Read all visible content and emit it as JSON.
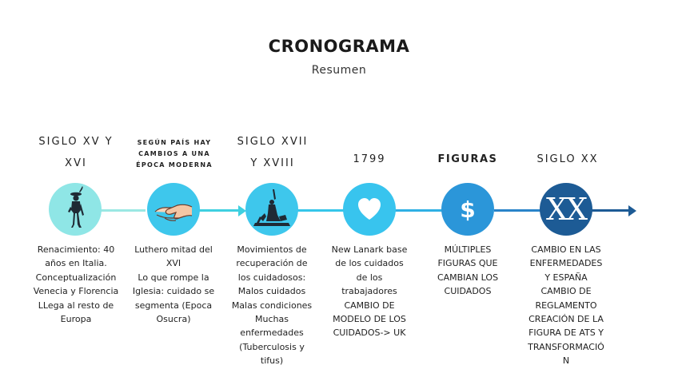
{
  "title": "CRONOGRAMA",
  "subtitle": "Resumen",
  "colors": {
    "c1": "#8fe6e6",
    "c2": "#3ec7ec",
    "c3": "#3ec7ec",
    "c4": "#38c4ee",
    "c5": "#2b96d9",
    "c6": "#1d5b95",
    "line1": "#9be8e3",
    "line2": "#3fd0e0",
    "line3": "#2fb0e4",
    "line4": "#1d5b95"
  },
  "events": [
    {
      "heading_lines": [
        "SIGLO XV Y",
        "XVI"
      ],
      "icon": "renaissance-figure-icon",
      "desc_lines": [
        "Renacimiento: 40",
        "años en Italia.",
        "Conceptualización",
        "Venecia y Florencia",
        "LLega al resto de",
        "Europa"
      ]
    },
    {
      "heading_lines": [
        "SEGÚN PAÍS HAY",
        "CAMBIOS A UNA",
        "ÉPOCA MODERNA"
      ],
      "icon": "helping-hands-icon",
      "desc_lines": [
        "Luthero mitad del",
        "XVI",
        "Lo que rompe la",
        "Iglesia: cuidado se",
        "segmenta (Epoca",
        "Osucra)"
      ]
    },
    {
      "heading_lines": [
        "SIGLO XVII",
        "Y XVIII"
      ],
      "icon": "revolution-statue-icon",
      "desc_lines": [
        "Movimientos de",
        "recuperación de",
        "los cuidadosos:",
        "Malos cuidados",
        "Malas condiciones",
        "Muchas",
        "enfermedades",
        "(Tuberculosis y",
        "tifus)"
      ]
    },
    {
      "heading_lines": [
        "1799"
      ],
      "icon": "heart-icon",
      "desc_lines": [
        "New Lanark base",
        "de los cuidados",
        "de los",
        "trabajadores",
        "CAMBIO DE",
        "MODELO DE LOS",
        "CUIDADOS-> UK"
      ]
    },
    {
      "heading_lines": [
        "FIGURAS"
      ],
      "icon": "dollar-icon",
      "desc_lines": [
        "MÚLTIPLES",
        "FIGURAS QUE",
        "CAMBIAN LOS",
        "CUIDADOS"
      ]
    },
    {
      "heading_lines": [
        "SIGLO XX"
      ],
      "icon": "roman-numeral-xx-icon",
      "icon_text": "XX",
      "desc_lines": [
        "CAMBIO EN LAS",
        "ENFERMEDADES",
        "Y ESPAÑA",
        "CAMBIO DE",
        "REGLAMENTO",
        "CREACIÓN DE LA",
        "FIGURA DE ATS Y",
        "TRANSFORMACIÓ",
        "N"
      ]
    }
  ]
}
